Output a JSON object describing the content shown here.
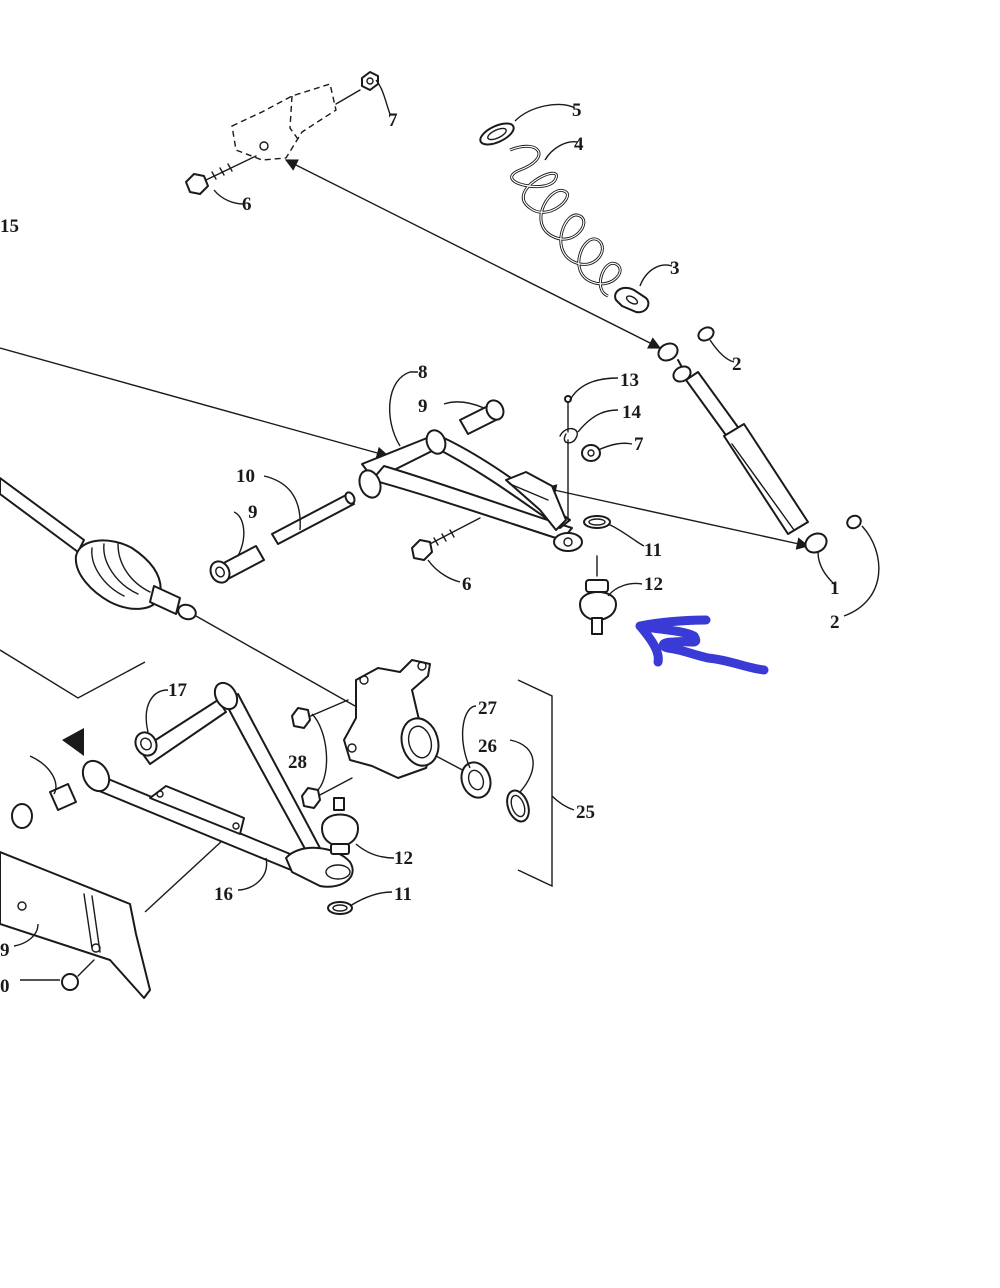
{
  "diagram": {
    "callouts": {
      "c15": "15",
      "c7a": "7",
      "c5": "5",
      "c4": "4",
      "c6a": "6",
      "c3": "3",
      "c2a": "2",
      "c8": "8",
      "c13": "13",
      "c9a": "9",
      "c14": "14",
      "c7b": "7",
      "c10": "10",
      "c9b": "9",
      "c11a": "11",
      "c1": "1",
      "c6b": "6",
      "c12a": "12",
      "c2b": "2",
      "c17": "17",
      "c27": "27",
      "c26": "26",
      "c28": "28",
      "c25": "25",
      "c12b": "12",
      "c16": "16",
      "c11b": "11",
      "c19": "9",
      "c20": "0"
    },
    "annotation": {
      "color": "#3a3ad6",
      "points_to_part": "12"
    },
    "colors": {
      "ink": "#1a1a1a",
      "background": "#ffffff"
    }
  }
}
